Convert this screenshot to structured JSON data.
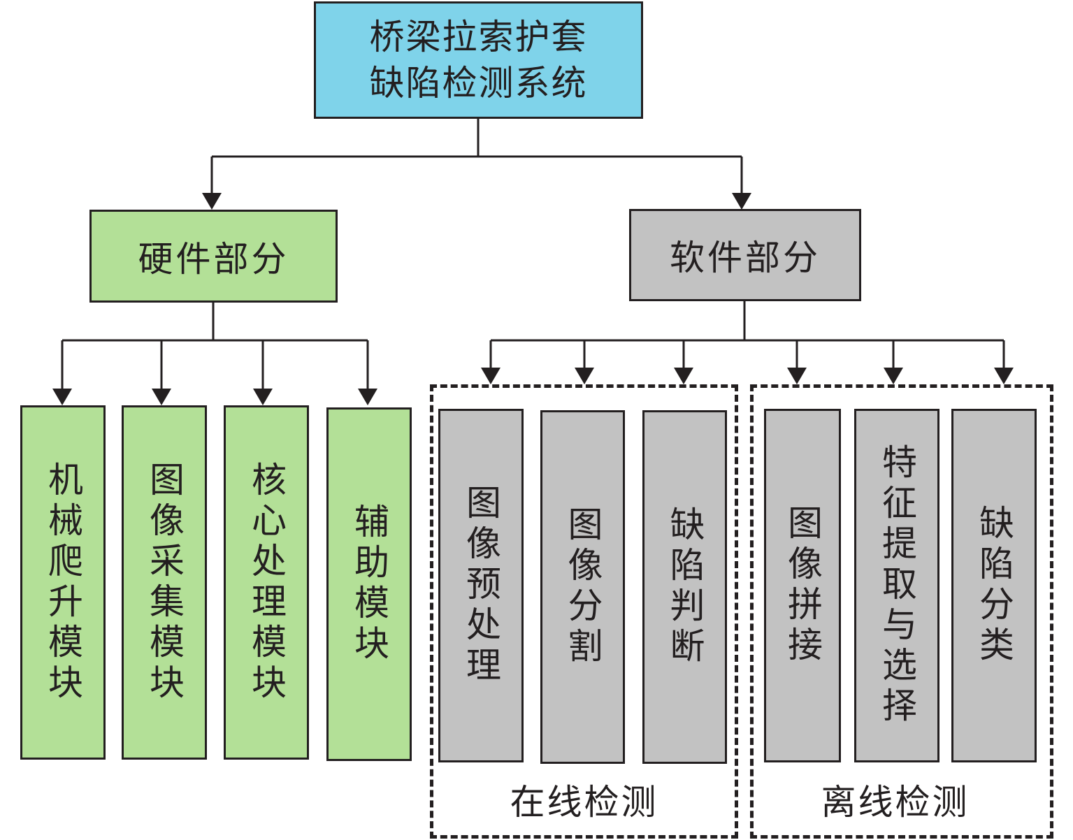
{
  "root": {
    "line1": "桥梁拉索护套",
    "line2": "缺陷检测系统"
  },
  "hardware": {
    "label": "硬件部分",
    "modules": [
      "机械爬升模块",
      "图像采集模块",
      "核心处理模块",
      "辅助模块"
    ]
  },
  "software": {
    "label": "软件部分",
    "online": {
      "label": "在线检测",
      "steps": [
        "图像预处理",
        "图像分割",
        "缺陷判断"
      ]
    },
    "offline": {
      "label": "离线检测",
      "steps": [
        "图像拼接",
        "特征提取与选择",
        "缺陷分类"
      ]
    }
  },
  "colors": {
    "root_fill": "#7fd3ea",
    "hardware_fill": "#b3e097",
    "software_fill": "#c2c2c2",
    "line": "#231f20"
  }
}
